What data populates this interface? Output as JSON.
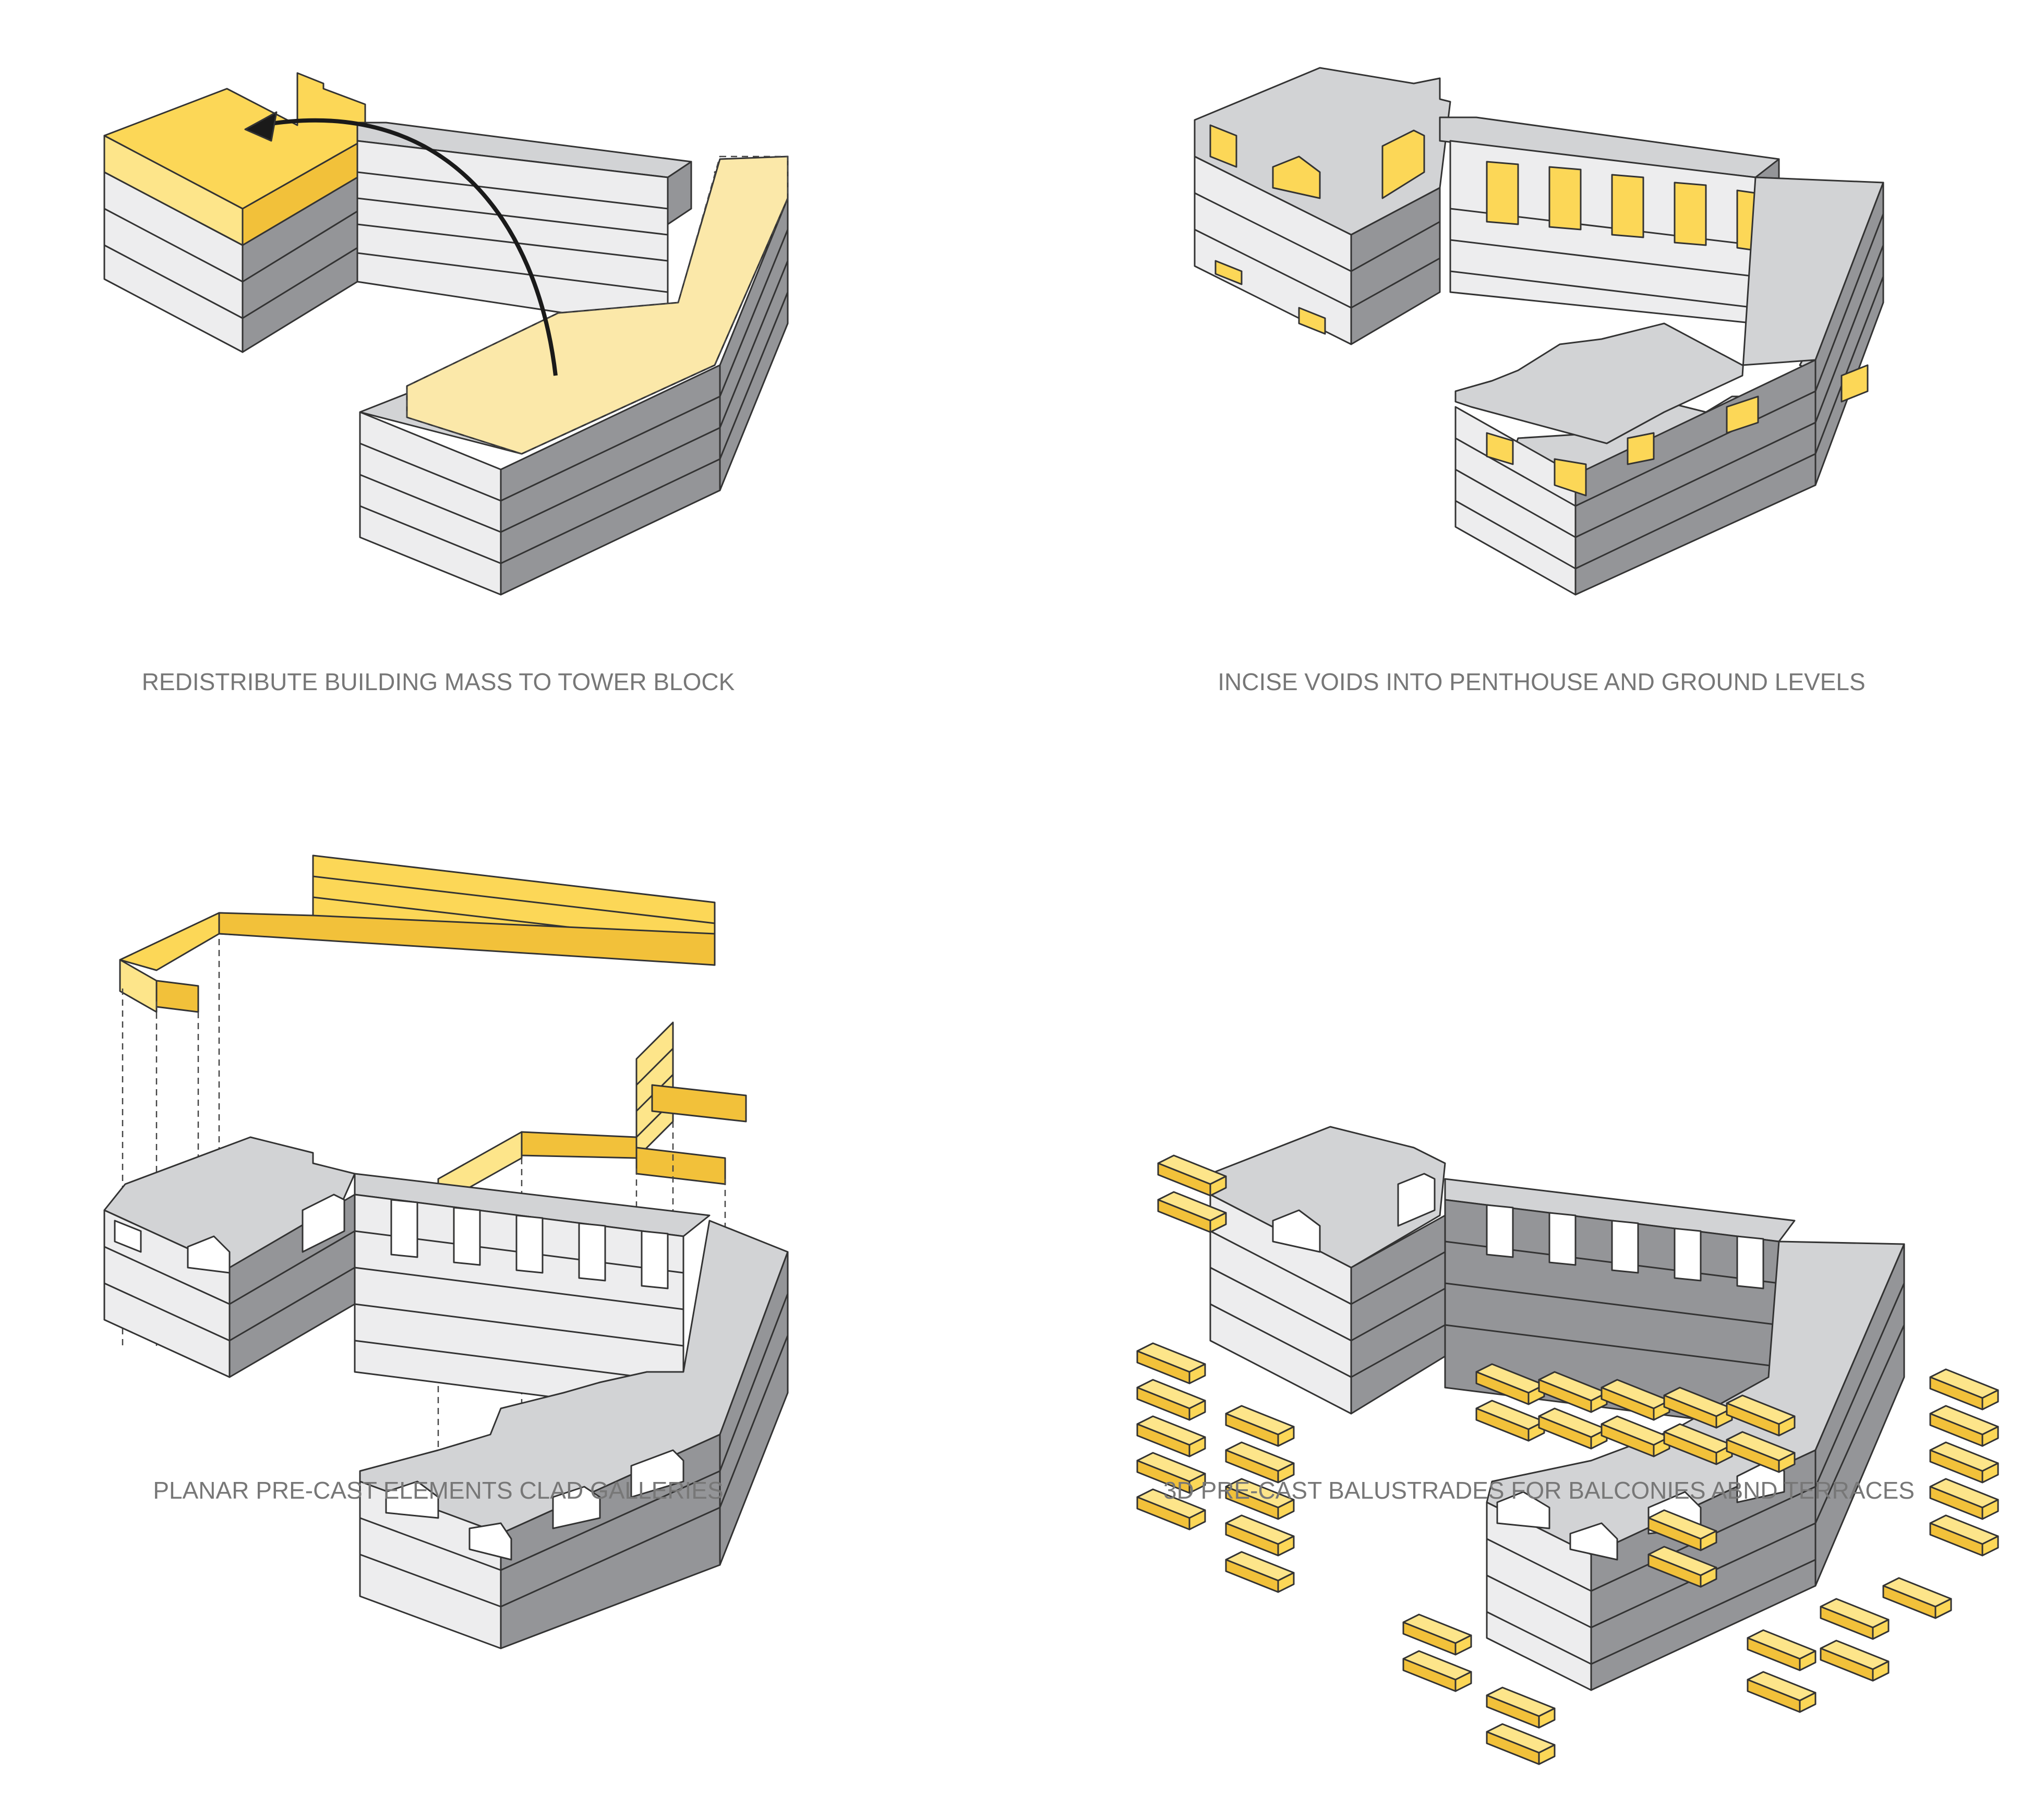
{
  "colors": {
    "yellow": "#fcd757",
    "pale_yellow": "#fbe8a9",
    "dark_yellow": "#e6a821",
    "roof_grey": "#d2d3d5",
    "face_light": "#ededee",
    "face_dark": "#949598",
    "line": "#333333",
    "caption": "#777777"
  },
  "panels": [
    {
      "caption": "REDISTRIBUTE BUILDING MASS TO TOWER BLOCK"
    },
    {
      "caption": "INCISE VOIDS INTO PENTHOUSE AND GROUND LEVELS"
    },
    {
      "caption": "PLANAR PRE-CAST ELEMENTS CLAD GALLERIES"
    },
    {
      "caption": "3D PRE-CAST BALUSTRADES FOR BALCONIES ABND TERRACES"
    }
  ]
}
